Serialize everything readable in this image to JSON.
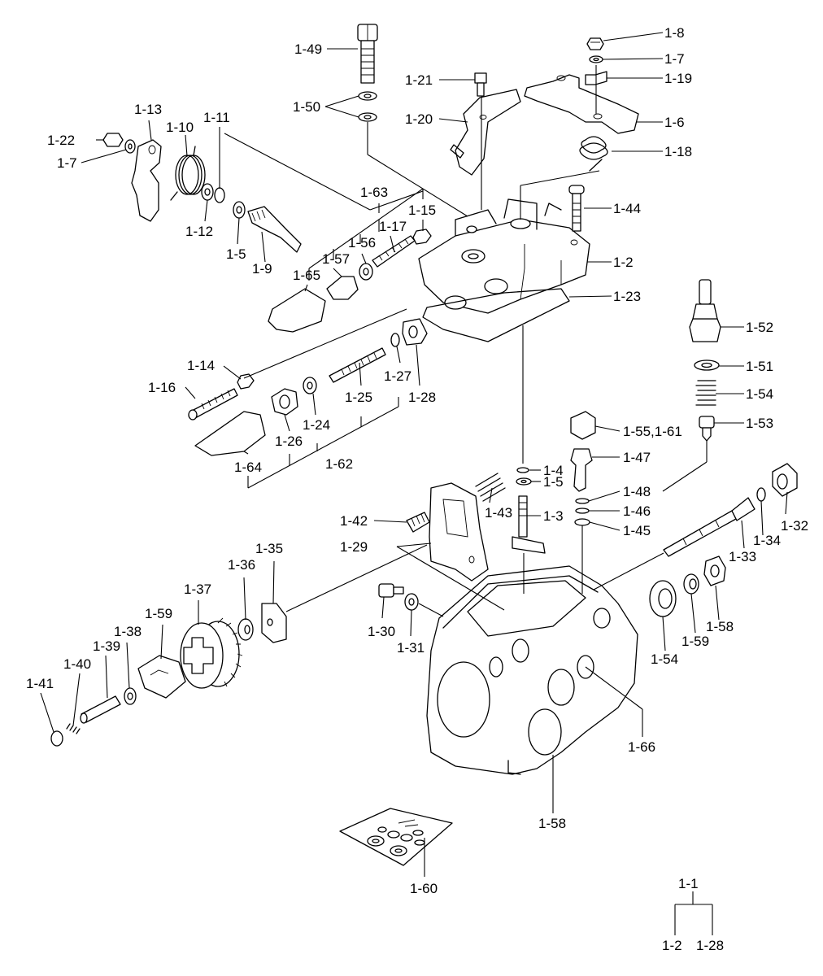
{
  "diagram": {
    "labels": {
      "l1_8": "1-8",
      "l1_7a": "1-7",
      "l1_19": "1-19",
      "l1_6": "1-6",
      "l1_18": "1-18",
      "l1_49": "1-49",
      "l1_50": "1-50",
      "l1_21": "1-21",
      "l1_20": "1-20",
      "l1_13": "1-13",
      "l1_11": "1-11",
      "l1_10": "1-10",
      "l1_22": "1-22",
      "l1_7b": "1-7",
      "l1_12": "1-12",
      "l1_5a": "1-5",
      "l1_9": "1-9",
      "l1_63": "1-63",
      "l1_15": "1-15",
      "l1_17": "1-17",
      "l1_56": "1-56",
      "l1_57": "1-57",
      "l1_65": "1-65",
      "l1_44": "1-44",
      "l1_2": "1-2",
      "l1_23": "1-23",
      "l1_52": "1-52",
      "l1_51": "1-51",
      "l1_54a": "1-54",
      "l1_53": "1-53",
      "l1_14": "1-14",
      "l1_16": "1-16",
      "l1_27": "1-27",
      "l1_28": "1-28",
      "l1_25": "1-25",
      "l1_24": "1-24",
      "l1_26": "1-26",
      "l1_64": "1-64",
      "l1_62": "1-62",
      "l1_55_61": "1-55,1-61",
      "l1_47": "1-47",
      "l1_4": "1-4",
      "l1_5b": "1-5",
      "l1_48": "1-48",
      "l1_46": "1-46",
      "l1_45": "1-45",
      "l1_43": "1-43",
      "l1_3": "1-3",
      "l1_42": "1-42",
      "l1_29": "1-29",
      "l1_32": "1-32",
      "l1_34": "1-34",
      "l1_33": "1-33",
      "l1_35": "1-35",
      "l1_36": "1-36",
      "l1_37": "1-37",
      "l1_59a": "1-59",
      "l1_38": "1-38",
      "l1_39": "1-39",
      "l1_40": "1-40",
      "l1_41": "1-41",
      "l1_30": "1-30",
      "l1_31": "1-31",
      "l1_54b": "1-54",
      "l1_59b": "1-59",
      "l1_58a": "1-58",
      "l1_66": "1-66",
      "l1_58b": "1-58",
      "l1_60": "1-60",
      "l1_1": "1-1",
      "l1_2b": "1-2",
      "l1_28b": "1-28"
    }
  }
}
